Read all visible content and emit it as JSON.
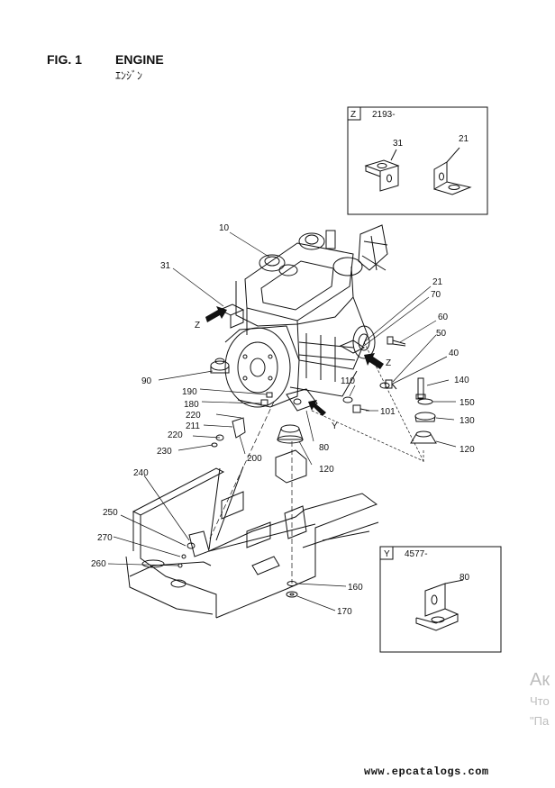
{
  "header": {
    "fig_number": "FIG. 1",
    "title": "ENGINE",
    "subtitle": "ｴﾝｼﾞﾝ"
  },
  "inset_z": {
    "tag": "Z",
    "code": "2193-",
    "parts": [
      "31",
      "21"
    ]
  },
  "inset_y": {
    "tag": "Y",
    "code": "4577-",
    "parts": [
      "80"
    ]
  },
  "callouts": {
    "c10": "10",
    "c31": "31",
    "c21": "21",
    "c70": "70",
    "c60": "60",
    "c50": "50",
    "c40": "40",
    "c140": "140",
    "c150": "150",
    "c130": "130",
    "c120a": "120",
    "c110": "110",
    "c101": "101",
    "c90": "90",
    "c190": "190",
    "c180": "180",
    "c220a": "220",
    "c211": "211",
    "c220b": "220",
    "c230": "230",
    "c200": "200",
    "c80": "80",
    "c120b": "120",
    "c240": "240",
    "c250": "250",
    "c270": "270",
    "c260": "260",
    "c160": "160",
    "c170": "170"
  },
  "view_marks": {
    "z_left": "Z",
    "z_right": "Z",
    "y": "Y"
  },
  "watermark": {
    "line1": "Ак",
    "line2": "Что",
    "line3": "\"Па"
  },
  "footer": {
    "site": "www.epcatalogs.com"
  }
}
